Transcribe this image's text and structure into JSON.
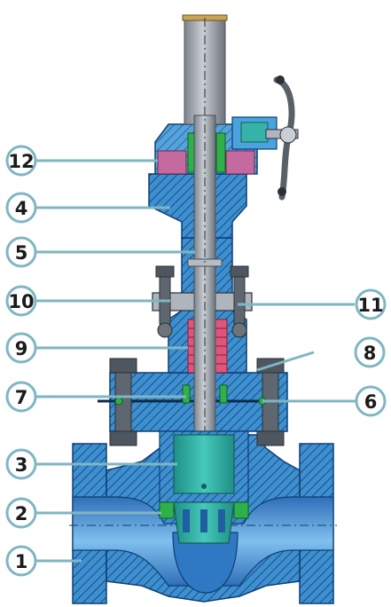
{
  "diagram": {
    "callouts": [
      {
        "id": "c1",
        "label": "1"
      },
      {
        "id": "c2",
        "label": "2"
      },
      {
        "id": "c3",
        "label": "3"
      },
      {
        "id": "c4",
        "label": "4"
      },
      {
        "id": "c5",
        "label": "5"
      },
      {
        "id": "c6",
        "label": "6"
      },
      {
        "id": "c7",
        "label": "7"
      },
      {
        "id": "c8",
        "label": "8"
      },
      {
        "id": "c9",
        "label": "9"
      },
      {
        "id": "c10",
        "label": "10"
      },
      {
        "id": "c11",
        "label": "11"
      },
      {
        "id": "c12",
        "label": "12"
      }
    ],
    "colors": {
      "body_blue": "#3d8fd0",
      "body_light": "#6fb6e8",
      "body_dark": "#1f5fa0",
      "hatch": "#0e3f73",
      "stem": "#8f959d",
      "teal": "#35b3a8",
      "green": "#2fb04a",
      "pink": "#c56a9e",
      "bolt": "#4e5660",
      "callout_stroke": "#7fb6c2",
      "callout_fill": "#ffffff",
      "label_text": "#1a1a1a"
    }
  }
}
